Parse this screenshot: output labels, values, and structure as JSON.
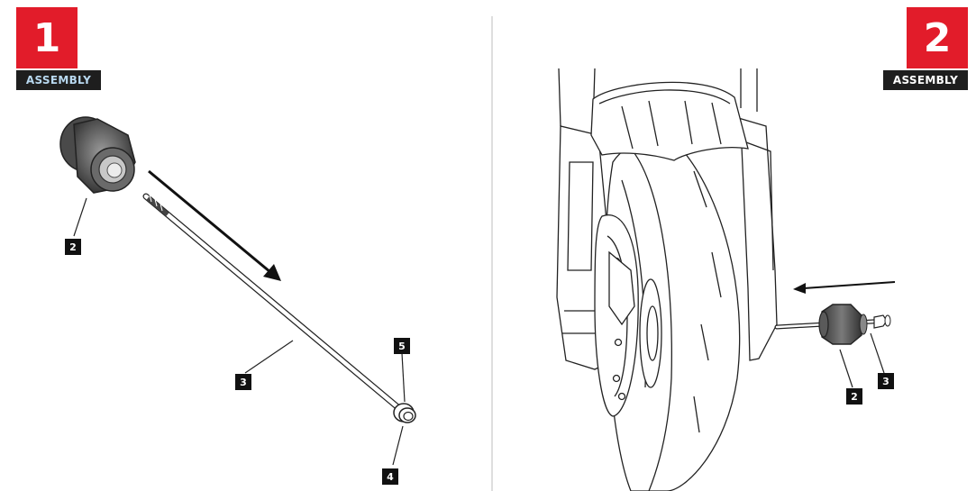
{
  "panel1": {
    "step_number": "1",
    "step_title": "ASSEMBLY",
    "callouts": {
      "c2": "2",
      "c3": "3",
      "c4": "4",
      "c5": "5"
    }
  },
  "panel2": {
    "step_number": "2",
    "step_title": "ASSEMBLY",
    "callouts": {
      "c2": "2",
      "c3": "3"
    }
  },
  "colors": {
    "accent_red": "#e21c2a",
    "label_bg": "#1e1e1e",
    "label_text_light": "#b8d8f0"
  }
}
